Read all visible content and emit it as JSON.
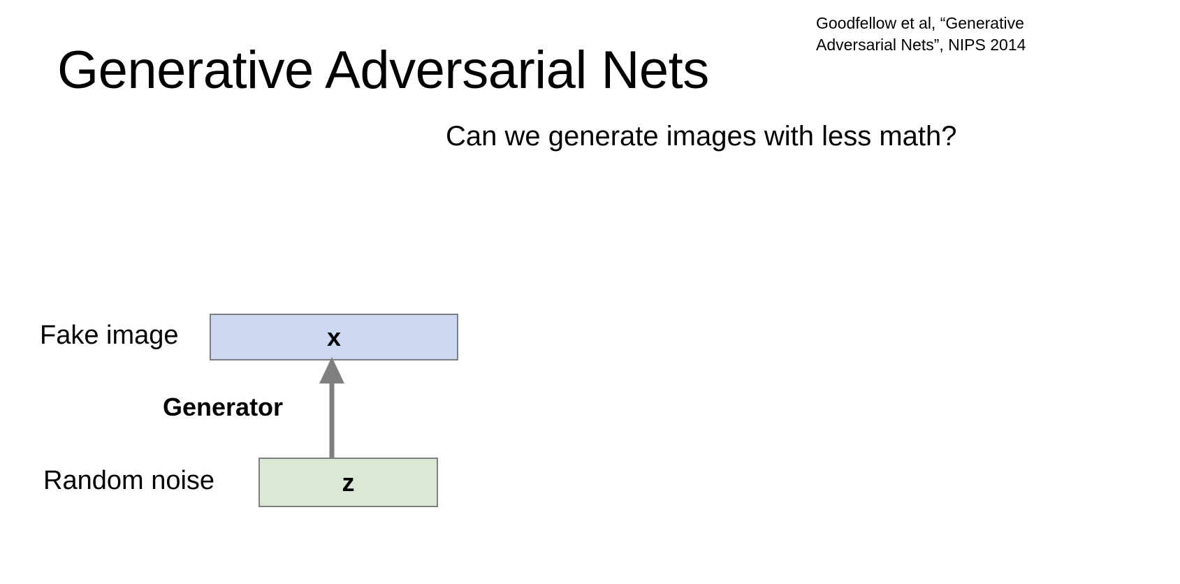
{
  "slide": {
    "title": "Generative Adversarial Nets",
    "subtitle": "Can we generate images with less math?",
    "background_color": "#ffffff",
    "text_color": "#000000"
  },
  "citation": {
    "line1": "Goodfellow et al, “Generative",
    "line2": "Adversarial Nets”, NIPS 2014"
  },
  "diagram": {
    "type": "flow",
    "edge_color": "#7f7f7f",
    "nodes": [
      {
        "id": "x",
        "label": "x",
        "side_label": "Fake image",
        "fill": "#cdd9f2",
        "stroke": "#7f7f7f"
      },
      {
        "id": "z",
        "label": "z",
        "side_label": "Random noise",
        "fill": "#dbe8d4",
        "stroke": "#7f7f7f"
      }
    ],
    "edges": [
      {
        "from": "z",
        "to": "x",
        "label": "Generator",
        "direction": "up",
        "color": "#7f7f7f"
      }
    ]
  }
}
